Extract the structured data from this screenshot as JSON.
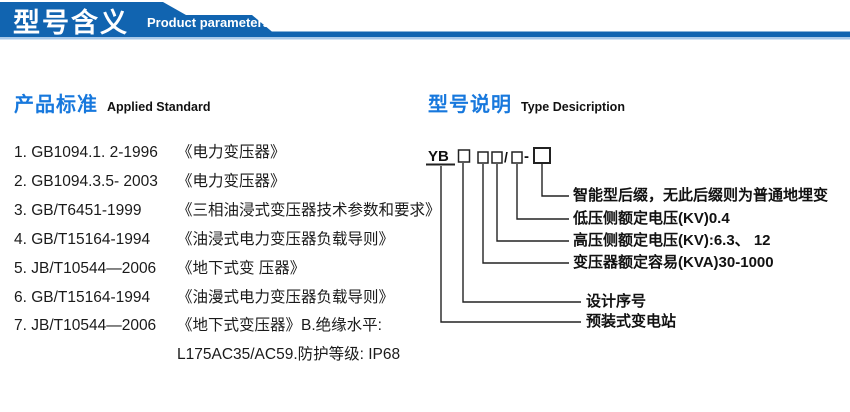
{
  "banner": {
    "title": "型号含义",
    "subtitle": "Product parameters",
    "colors": {
      "banner_blue": "#1164b0",
      "light_line": "#a8c8e8"
    }
  },
  "applied_standard": {
    "heading_zh": "产品标准",
    "heading_en": "Applied Standard",
    "items": [
      {
        "code": "1. GB1094.1. 2-1996",
        "title": "《电力变压器》"
      },
      {
        "code": "2. GB1094.3.5- 2003",
        "title": "《电力变压器》"
      },
      {
        "code": "3. GB/T6451-1999",
        "title": "《三相油浸式变压器技术参数和要求》"
      },
      {
        "code": "4. GB/T15164-1994",
        "title": "《油浸式电力变压器负载导则》"
      },
      {
        "code": "5. JB/T10544—2006",
        "title": "《地下式变 压器》"
      },
      {
        "code": "6. GB/T15164-1994",
        "title": "《油漫式电力变压器负载导则》"
      },
      {
        "code": "7. JB/T10544—2006",
        "title": "《地下式变压器》B.绝缘水平:"
      }
    ],
    "continuation": "L175AC35/AC59.防护等级: IP68"
  },
  "type_description": {
    "heading_zh": "型号说明",
    "heading_en": "Type Desicription",
    "code": {
      "prefix": "YB",
      "slash": "/",
      "dash": "-"
    },
    "labels": [
      "智能型后缀，无此后缀则为普通地埋变",
      "低压侧额定电压(KV)0.4",
      "高压侧额定电压(KV):6.3、 12",
      "变压器额定容易(KVA)30-1000",
      "设计序号",
      "预装式变电站"
    ],
    "text_color": "#111111"
  }
}
